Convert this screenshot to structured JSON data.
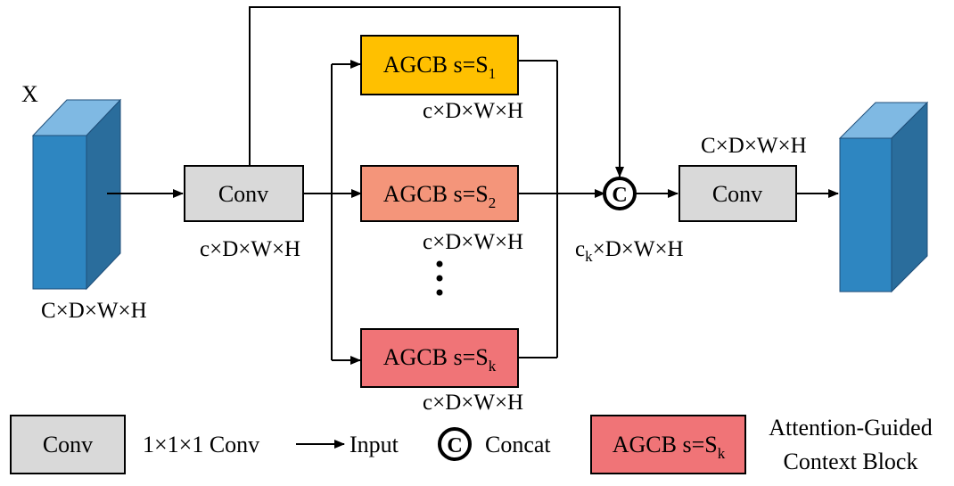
{
  "input_label": "X",
  "input_dims": "C×D×W×H",
  "conv1_label": "Conv",
  "conv1_dims": "c×D×W×H",
  "agcb": [
    {
      "prefix": "AGCB s=S",
      "sub": "1",
      "dims": "c×D×W×H",
      "color": "#ffc000"
    },
    {
      "prefix": "AGCB s=S",
      "sub": "2",
      "dims": "c×D×W×H",
      "color": "#f4957a"
    },
    {
      "prefix": "AGCB s=S",
      "sub": "k",
      "dims": "c×D×W×H",
      "color": "#f07477"
    }
  ],
  "concat_symbol": "C",
  "concat_dims_prefix": "c",
  "concat_dims_sub": "k",
  "concat_dims_rest": "×D×W×H",
  "conv2_label": "Conv",
  "output_dims": "C×D×W×H",
  "colors": {
    "cube_front": "#2e86c1",
    "cube_top": "#7fb9e3",
    "cube_side": "#2a6d9c",
    "conv_fill": "#d9d9d9"
  },
  "legend": {
    "conv_box": "Conv",
    "conv_desc": "1×1×1 Conv",
    "input_label": "Input",
    "concat_label": "Concat",
    "agcb_prefix": "AGCB s=S",
    "agcb_sub": "k",
    "agcb_desc_line1": "Attention-Guided",
    "agcb_desc_line2": "Context Block"
  }
}
